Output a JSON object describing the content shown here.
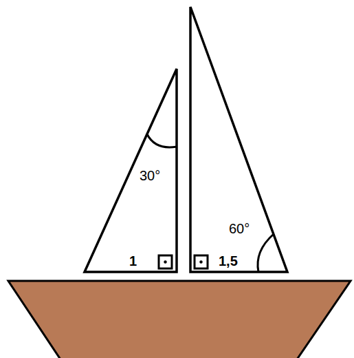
{
  "diagram": {
    "labels": [
      "30°",
      "1",
      "60°",
      "1,5"
    ]
  }
}
